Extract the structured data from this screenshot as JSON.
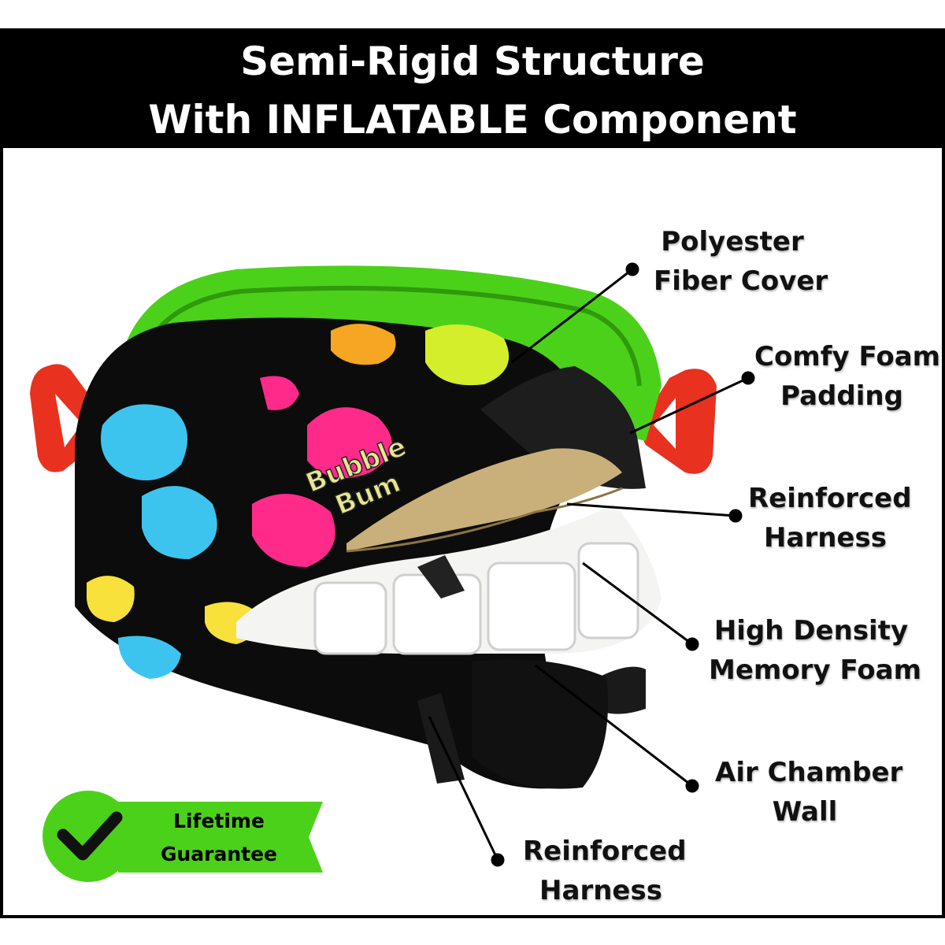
{
  "header": {
    "line1": "Semi-Rigid Structure",
    "line2": "With INFLATABLE Component"
  },
  "product": {
    "brand_logo_line1": "Bubble",
    "brand_logo_line2": "Bum"
  },
  "callouts": [
    {
      "line1": "Polyester",
      "line2": "Fiber Cover"
    },
    {
      "line1": "Comfy Foam",
      "line2": "Padding"
    },
    {
      "line1": "Reinforced",
      "line2": "Harness"
    },
    {
      "line1": "High Density",
      "line2": "Memory Foam"
    },
    {
      "line1": "Air Chamber",
      "line2": "Wall"
    },
    {
      "line1": "Reinforced",
      "line2": "Harness"
    }
  ],
  "badge": {
    "line1": "Lifetime",
    "line2": "Guarantee",
    "icon": "checkmark-icon"
  },
  "colors": {
    "header_bg": "#000000",
    "header_text": "#ffffff",
    "accent_green": "#4cd11a",
    "clip_red": "#e8321f",
    "seat_black": "#0c0c0c"
  }
}
